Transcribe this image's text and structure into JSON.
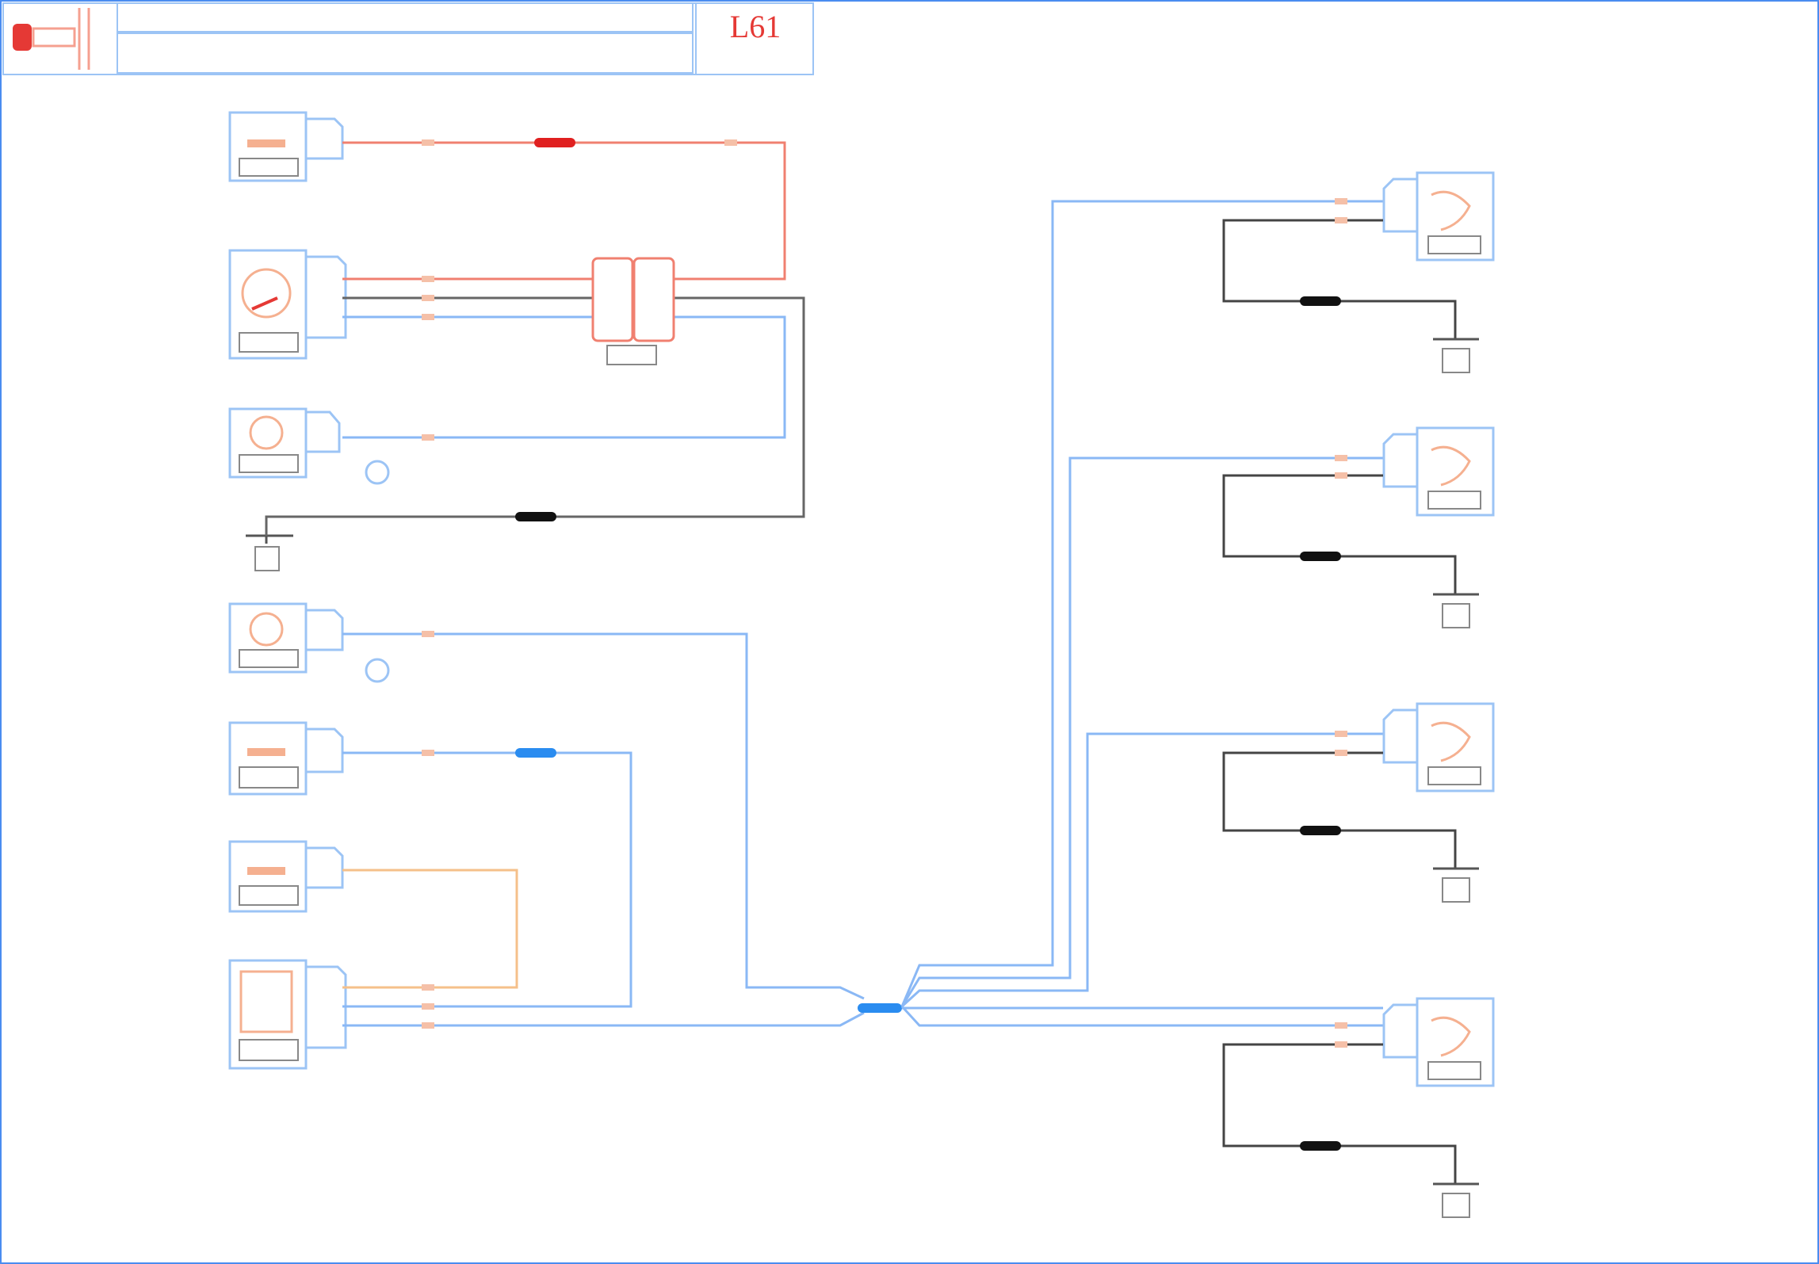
{
  "header": {
    "logo": "brand-logo",
    "label": "",
    "page_code": "L61",
    "page_sub": ""
  },
  "footer": {
    "left": "",
    "right": ""
  },
  "components": {
    "left": [
      {
        "id": "c1",
        "icon": "fuse-box-icon",
        "type": "fuse"
      },
      {
        "id": "c2",
        "icon": "gauge-icon",
        "type": "instrument"
      },
      {
        "id": "c3",
        "icon": "switch-icon",
        "type": "switch"
      },
      {
        "id": "c4",
        "icon": "switch-icon",
        "type": "switch"
      },
      {
        "id": "c5",
        "icon": "fuse-box-icon",
        "type": "fuse"
      },
      {
        "id": "c6",
        "icon": "fuse-box-icon",
        "type": "fuse"
      },
      {
        "id": "c7",
        "icon": "control-unit-icon",
        "type": "control-unit"
      }
    ],
    "right": [
      {
        "id": "r1",
        "icon": "motor-icon",
        "type": "actuator"
      },
      {
        "id": "r2",
        "icon": "motor-icon",
        "type": "actuator"
      },
      {
        "id": "r3",
        "icon": "motor-icon",
        "type": "actuator"
      },
      {
        "id": "r4",
        "icon": "motor-icon",
        "type": "actuator"
      }
    ]
  },
  "colors": {
    "frame": "#4a8cf0",
    "wire_blue": "#8ab8f5",
    "wire_red": "#f08070",
    "wire_dark": "#444444",
    "wire_orange": "#f5c08a",
    "connector_red": "#e02020",
    "connector_black": "#111111",
    "connector_blue": "#2a8cf0",
    "component_outline": "#9cc4f5",
    "component_fill": "#f0a080"
  }
}
